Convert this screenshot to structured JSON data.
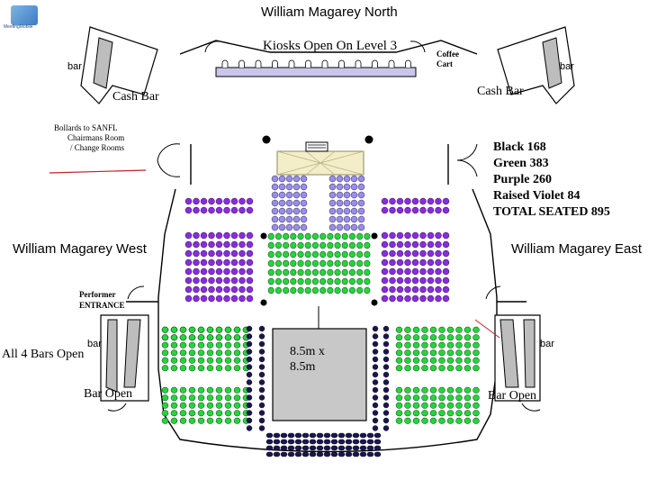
{
  "title_north": "William Magarey North",
  "title_west": "William Magarey West",
  "title_east": "William Magarey East",
  "kiosks": "Kiosks Open On Level 3",
  "coffee_cart_line1": "Coffee",
  "coffee_cart_line2": "Cart",
  "bar_label": "bar",
  "cash_bar": "Cash Bar",
  "bollards_line1": "Bollards to SANFL",
  "bollards_line2": "Chairmans Room",
  "bollards_line3": "/ Change Rooms",
  "performer_line1": "Performer",
  "performer_line2": "ENTRANCE",
  "all_bars": "All 4 Bars Open",
  "bar_open": "Bar Open",
  "stage_line1": "8.5m x",
  "stage_line2": "8.5m",
  "logo_text": "MeetingMobile",
  "totals": [
    "Black 168",
    "Green 383",
    "Purple 260",
    "Raised Violet 84",
    "TOTAL SEATED 895"
  ],
  "colors": {
    "black_seat": "#1a1650",
    "green_seat": "#22d63a",
    "purple_seat": "#8a2be2",
    "raised_violet_seat": "#9b8cf0",
    "stage": "#c8c8c8",
    "bar_counter": "#bdbdbd",
    "kiosk_bar": "#c9c6ee",
    "raised_platform": "#f3eec7",
    "accent_line": "#c0212b"
  }
}
